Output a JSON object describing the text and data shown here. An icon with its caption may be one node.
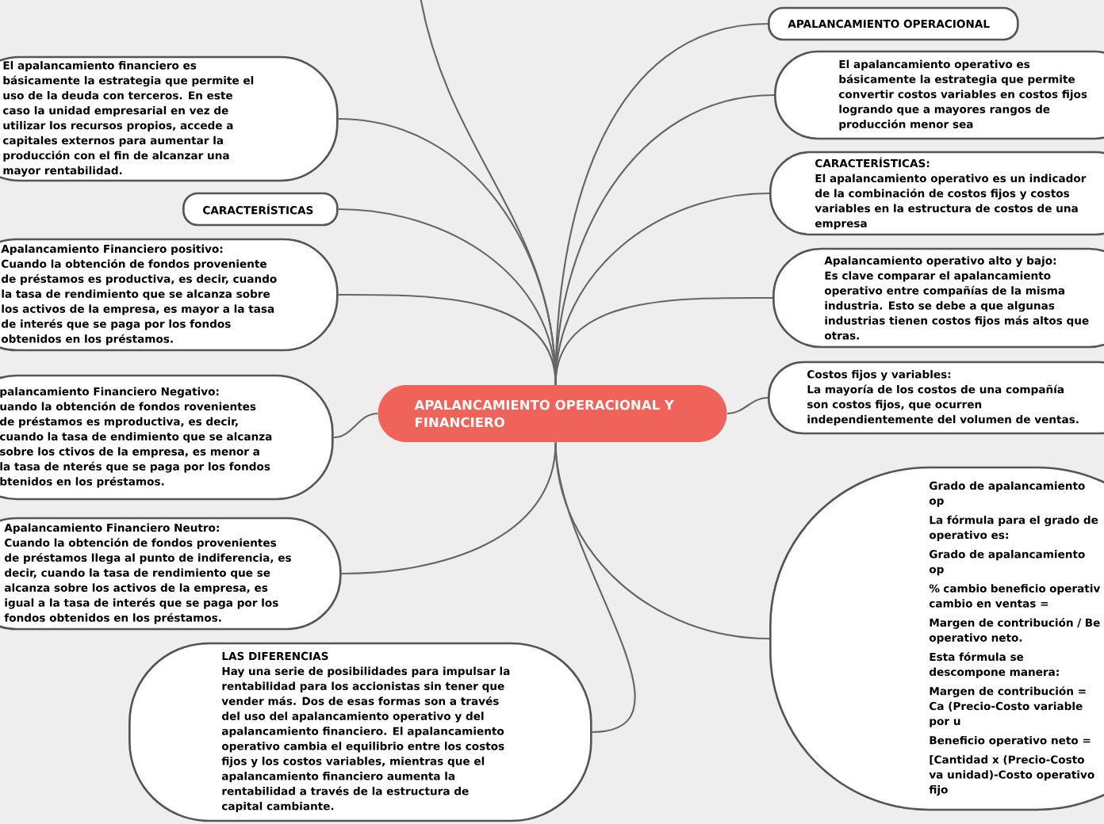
{
  "diagram": {
    "nodes": [
      {
        "text": [
          "APALANCAMIENTO OPERACIONAL Y FINANCIERO"
        ]
      },
      {
        "text": [
          "El apalancamiento financiero es básicamente la estrategia que permite el uso de la deuda con terceros. En este caso la unidad empresarial en vez de utilizar los recursos propios, accede a capitales externos para aumentar la producción con el fin de alcanzar una mayor rentabilidad."
        ]
      },
      {
        "text": [
          "CARACTERÍSTICAS"
        ]
      },
      {
        "text": [
          "Apalancamiento Financiero positivo:",
          "Cuando la obtención de fondos proveniente de préstamos es productiva, es decir, cuando la tasa de rendimiento que se alcanza sobre los activos de la empresa, es mayor a la tasa de interés que se paga por los fondos obtenidos en los préstamos."
        ]
      },
      {
        "text": [
          "palancamiento Financiero Negativo:",
          "uando la obtención de fondos rovenientes de préstamos es mproductiva, es decir, cuando la tasa de endimiento que se alcanza sobre los ctivos de la empresa, es menor a la tasa de nterés que se paga por los fondos btenidos en los préstamos."
        ]
      },
      {
        "text": [
          "Apalancamiento Financiero Neutro:",
          "Cuando la obtención de fondos provenientes de préstamos llega al punto de indiferencia, es decir, cuando la tasa de rendimiento que se alcanza sobre los activos de la empresa, es igual a la tasa de interés que se paga por los fondos obtenidos en los préstamos."
        ]
      },
      {
        "text": [
          "LAS DIFERENCIAS",
          "Hay una serie de posibilidades para impulsar la rentabilidad para los accionistas sin tener que vender más. Dos de esas formas son a través del uso del apalancamiento operativo y del apalancamiento financiero. El apalancamiento operativo cambia el equilibrio entre los costos fijos y los costos variables, mientras que el apalancamiento financiero aumenta la rentabilidad a través de la estructura de capital cambiante."
        ]
      },
      {
        "text": [
          "APALANCAMIENTO OPERACIONAL"
        ]
      },
      {
        "text": [
          "El apalancamiento operativo es básicamente la estrategia que permite convertir costos variables en costos fijos logrando que a mayores rangos de producción menor sea"
        ]
      },
      {
        "text": [
          "CARACTERÍSTICAS:",
          "El apalancamiento operativo es un indicador de la combinación de costos fijos y costos variables en la estructura de costos de una empresa"
        ]
      },
      {
        "text": [
          "Apalancamiento operativo alto y bajo:",
          "Es clave comparar el apalancamiento operativo entre compañías de la misma industria. Esto se debe a que algunas industrias tienen costos fijos más altos que otras."
        ]
      },
      {
        "text": [
          "Costos fijos y variables:",
          "La mayoría de los costos de una compañía son costos fijos, que ocurren independientemente del volumen de ventas."
        ]
      },
      {
        "text": [
          "Grado de apalancamiento op",
          "La fórmula para el grado de operativo es:",
          "Grado de apalancamiento op",
          "% cambio beneficio operativ cambio en ventas =",
          "Margen de contribución / Be operativo neto.",
          "Esta fórmula se descompone manera:",
          "Margen de contribución = Ca (Precio-Costo variable por u",
          "Beneficio operativo neto =",
          "[Cantidad x (Precio-Costo va unidad)-Costo operativo fijo"
        ]
      }
    ],
    "edges": [
      {
        "from": 0,
        "to": null,
        "arrow": "none"
      },
      {
        "from": 0,
        "to": 1,
        "arrow": "none"
      },
      {
        "from": 0,
        "to": 2,
        "arrow": "none"
      },
      {
        "from": 0,
        "to": 3,
        "arrow": "none"
      },
      {
        "from": 0,
        "to": 4,
        "arrow": "none"
      },
      {
        "from": 0,
        "to": 5,
        "arrow": "none"
      },
      {
        "from": 0,
        "to": 6,
        "arrow": "none"
      },
      {
        "from": 0,
        "to": 7,
        "arrow": "none"
      },
      {
        "from": 0,
        "to": 8,
        "arrow": "none"
      },
      {
        "from": 0,
        "to": 9,
        "arrow": "none"
      },
      {
        "from": 0,
        "to": 10,
        "arrow": "none"
      },
      {
        "from": 0,
        "to": 11,
        "arrow": "none"
      },
      {
        "from": 0,
        "to": 12,
        "arrow": "none"
      }
    ]
  }
}
